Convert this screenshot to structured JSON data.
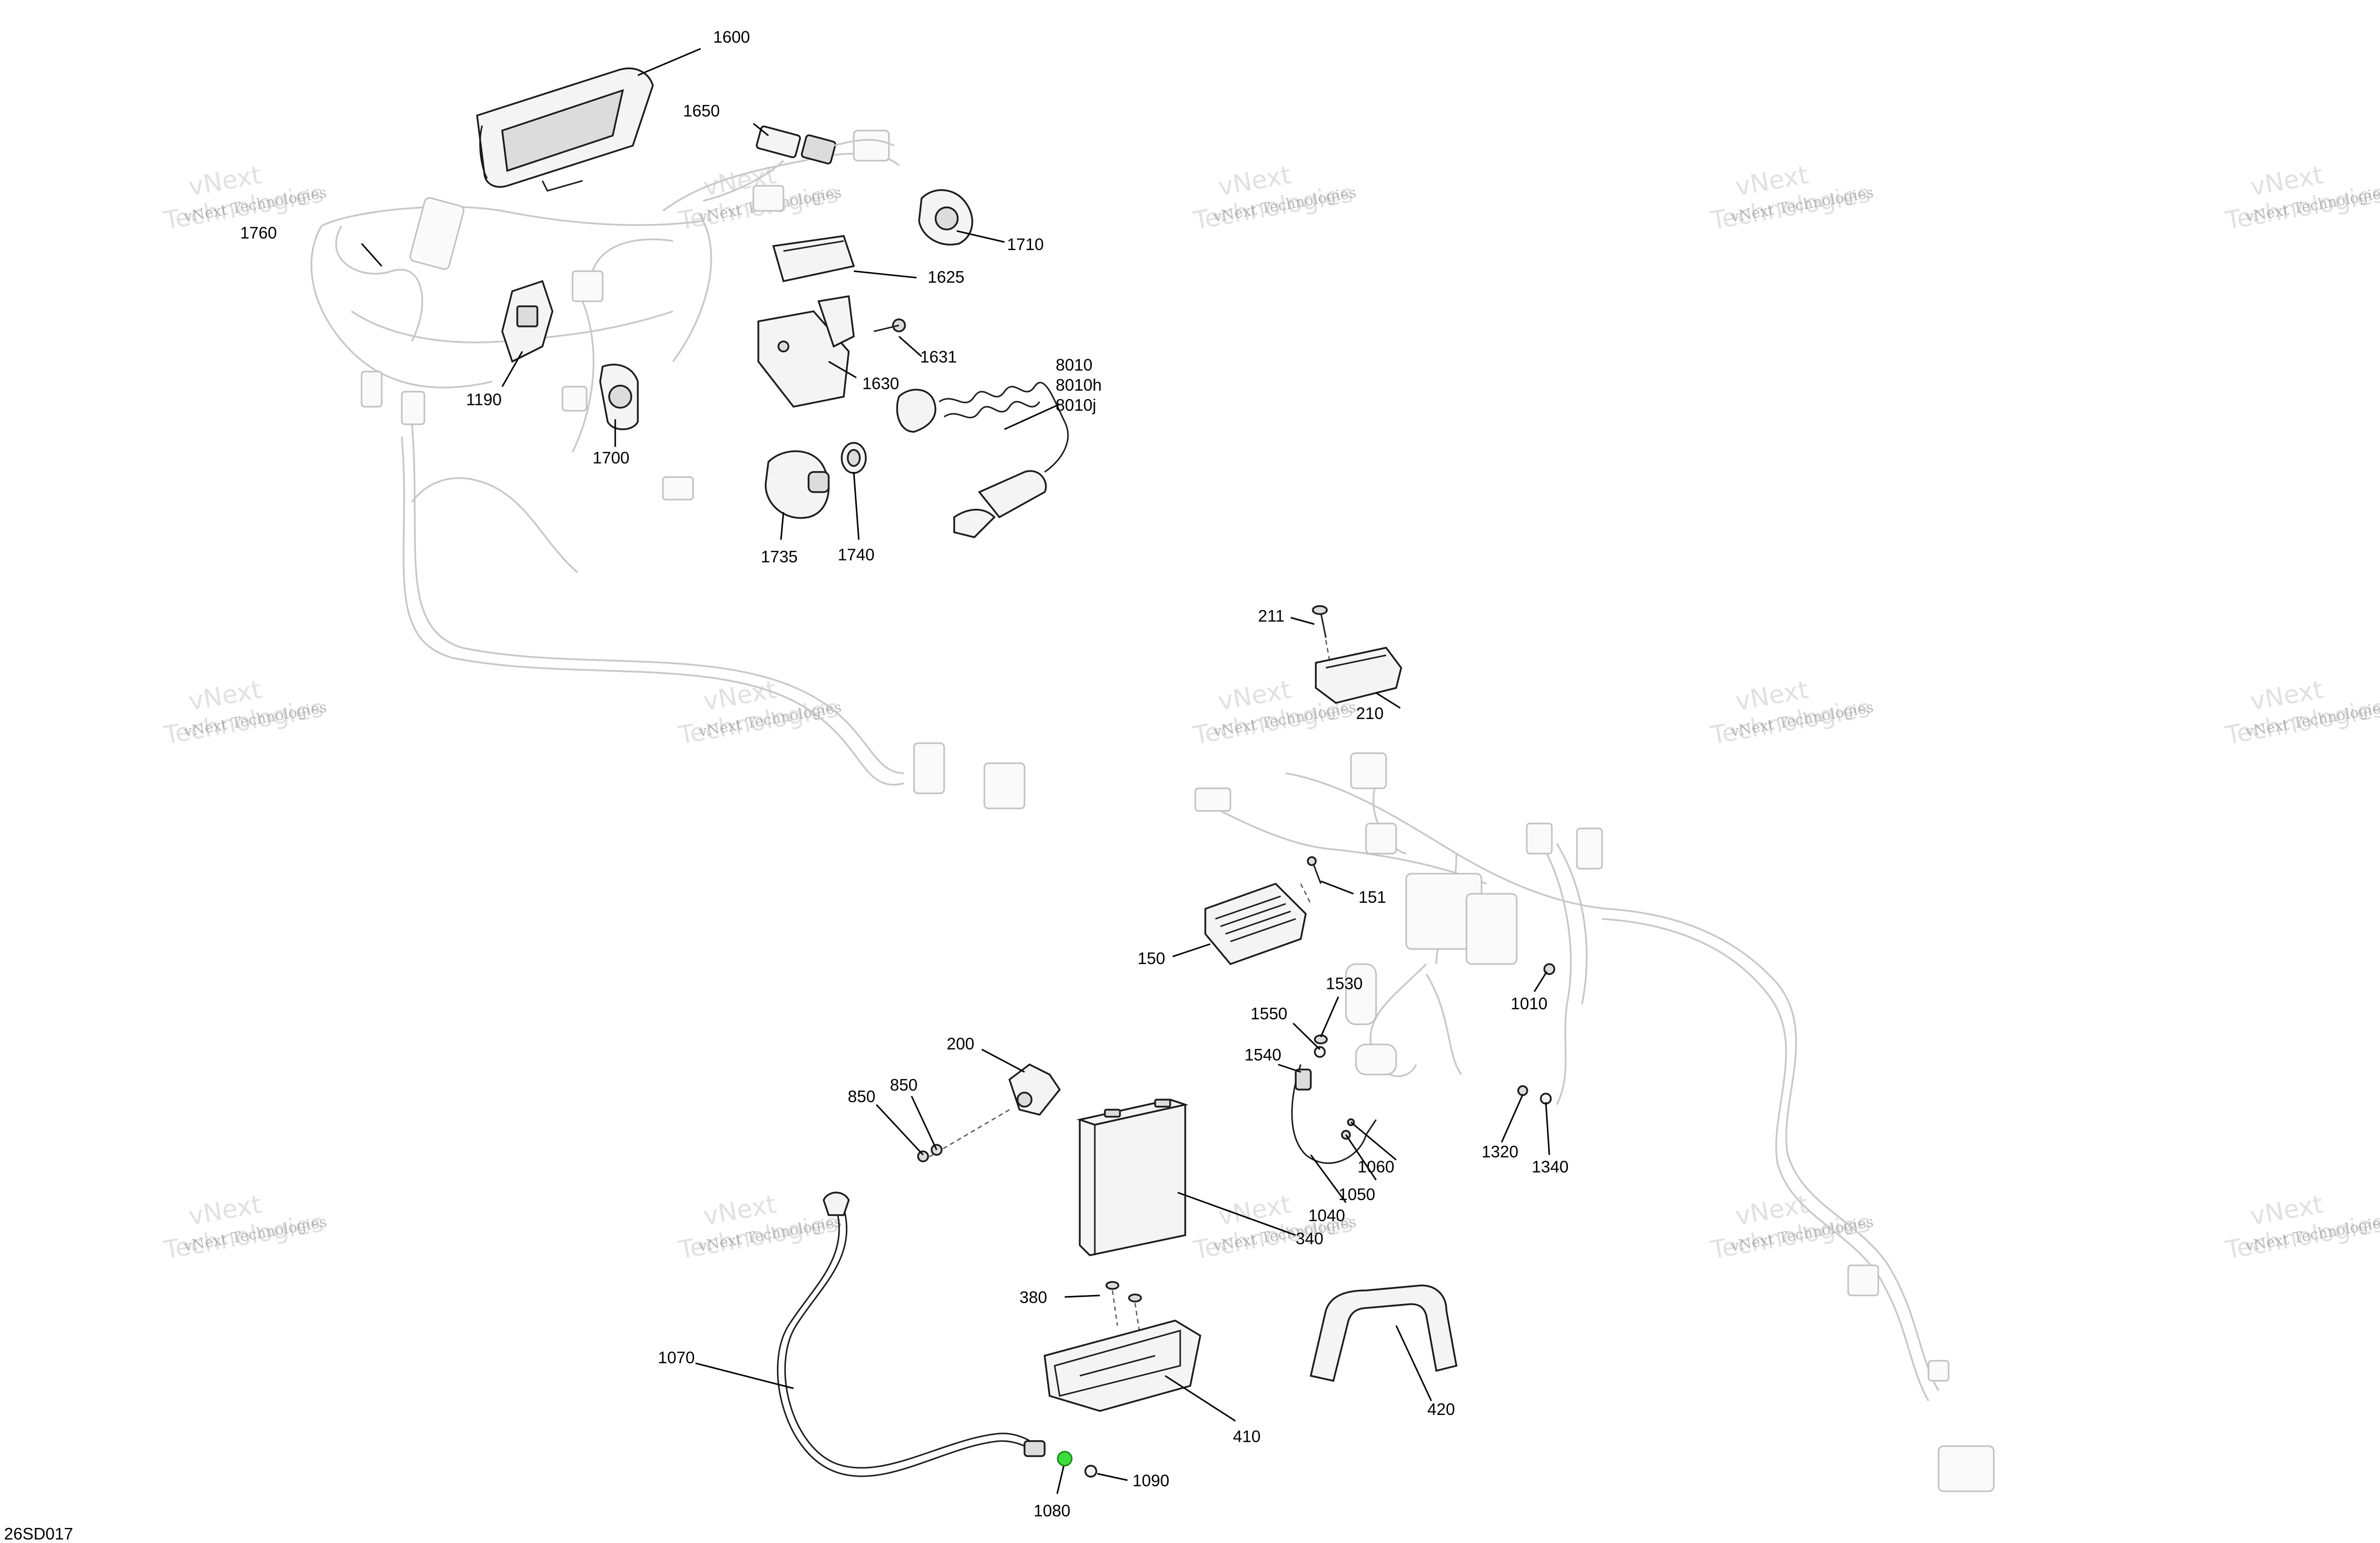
{
  "diagram_code": "26SD017",
  "watermark": {
    "small": "vNext Technologies",
    "large_top": "vNext",
    "large_bottom": "Technologies"
  },
  "callouts": [
    "1600",
    "1650",
    "1760",
    "1710",
    "1625",
    "1631",
    "1630",
    "8010",
    "8010h",
    "8010j",
    "1190",
    "1700",
    "1735",
    "1740",
    "211",
    "210",
    "151",
    "150",
    "1010",
    "1530",
    "1550",
    "1540",
    "200",
    "850",
    "850",
    "1060",
    "1050",
    "1040",
    "1320",
    "1340",
    "340",
    "380",
    "410",
    "420",
    "1070",
    "1080",
    "1090"
  ],
  "highlight_color": "#3ddc3d"
}
